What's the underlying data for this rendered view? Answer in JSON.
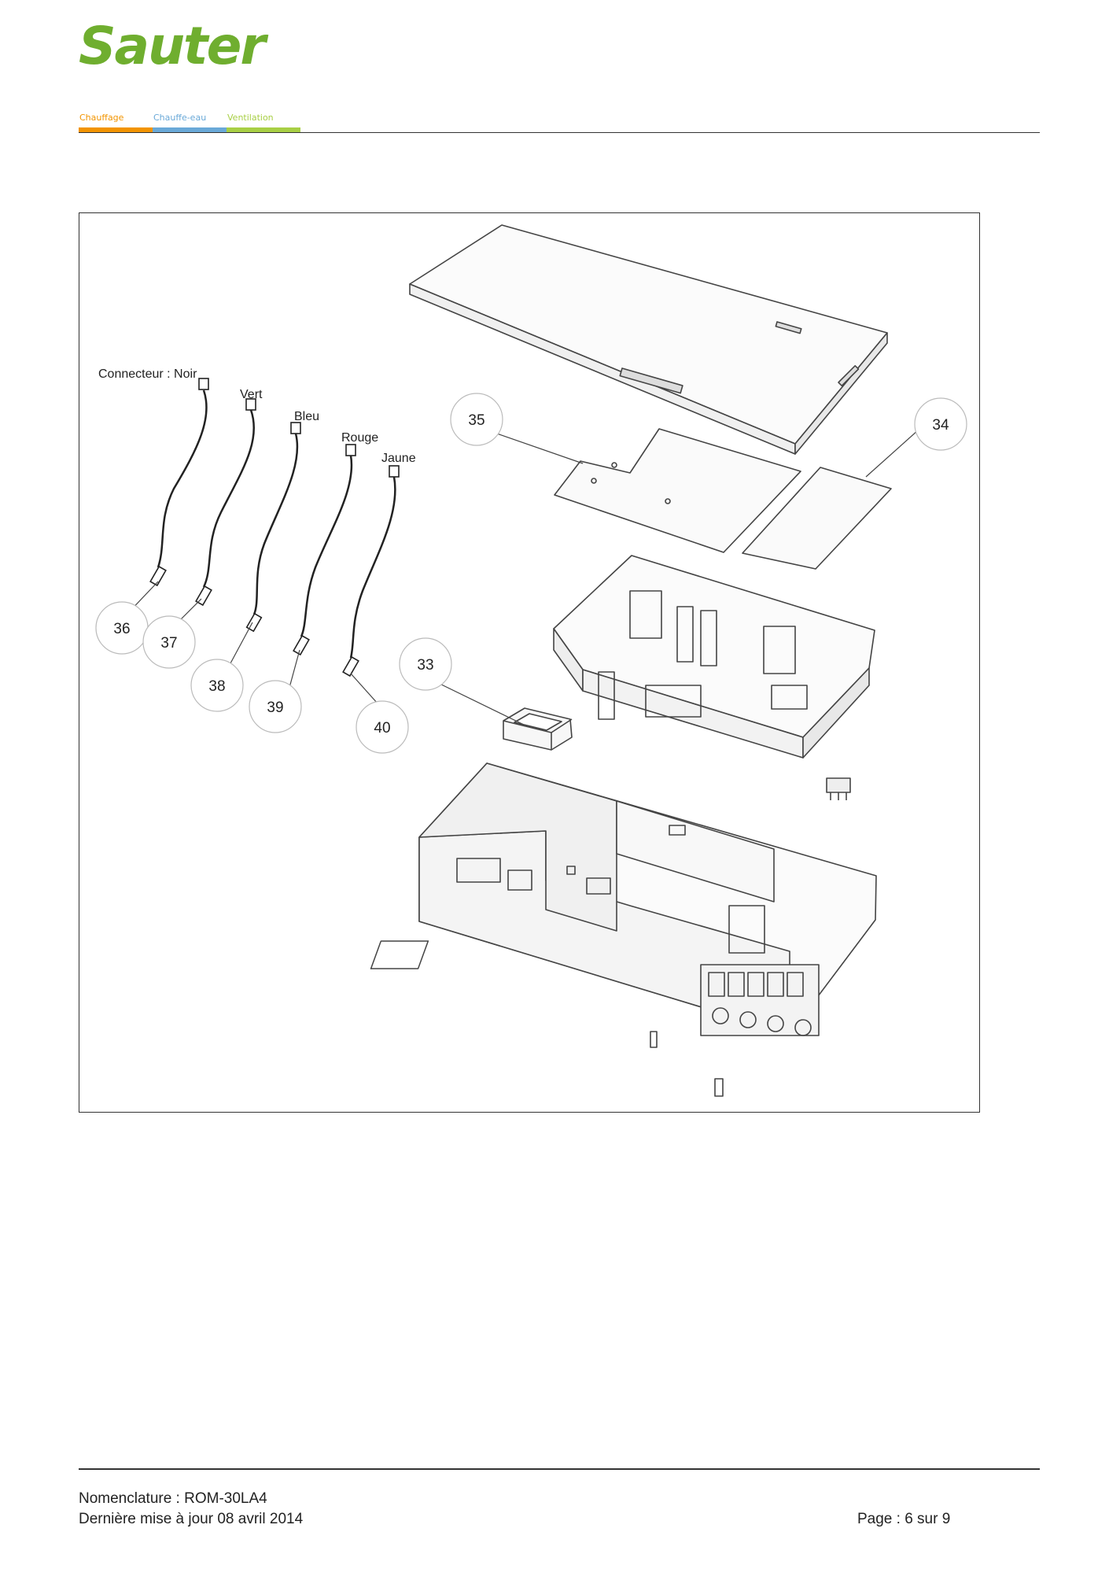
{
  "header": {
    "brand": "Sauter",
    "categories": [
      {
        "label": "Chauffage",
        "color": "#f29400"
      },
      {
        "label": "Chauffe-eau",
        "color": "#6aa9d8"
      },
      {
        "label": "Ventilation",
        "color": "#a8cf45"
      }
    ],
    "brand_color": "#6fae2f"
  },
  "diagram": {
    "callouts": [
      "33",
      "34",
      "35",
      "36",
      "37",
      "38",
      "39",
      "40"
    ],
    "wire_labels": {
      "noir": "Connecteur : Noir",
      "vert": "Vert",
      "bleu": "Bleu",
      "rouge": "Rouge",
      "jaune": "Jaune"
    }
  },
  "footer": {
    "nomenclature": "Nomenclature : ROM-30LA4",
    "updated": "Dernière mise à jour 08 avril 2014",
    "page": "Page : 6 sur 9"
  }
}
